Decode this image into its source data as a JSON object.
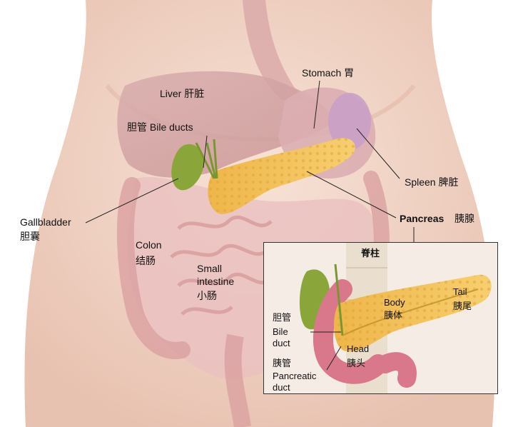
{
  "labels": {
    "liver": "Liver 肝脏",
    "stomach": "Stomach 胃",
    "bile_ducts": "胆管 Bile ducts",
    "spleen": "Spleen 脾脏",
    "gallbladder_en": "Gallbladder",
    "gallbladder_zh": "胆囊",
    "pancreas_en": "Pancreas",
    "pancreas_zh": "胰腺",
    "colon_en": "Colon",
    "colon_zh": "结肠",
    "small_intestine_line1": "Small",
    "small_intestine_line2": "intestine",
    "small_intestine_zh": "小肠"
  },
  "inset": {
    "spine": "脊柱",
    "body_en": "Body",
    "body_zh": "胰体",
    "tail_en": "Tail",
    "tail_zh": "胰尾",
    "head_en": "Head",
    "head_zh": "胰头",
    "bile_duct_zh": "胆管",
    "bile_duct_line1": "Bile",
    "bile_duct_line2": "duct",
    "pancreatic_duct_zh": "胰管",
    "pancreatic_duct_line1": "Pancreatic",
    "pancreatic_duct_line2": "duct"
  },
  "colors": {
    "skin": "#f3d7c9",
    "liver": "#d6a7a4",
    "pancreas": "#f2c45a",
    "gallbladder": "#8aa63a",
    "intestine": "#e7b3b3",
    "inset_bg": "#f6ece6"
  }
}
